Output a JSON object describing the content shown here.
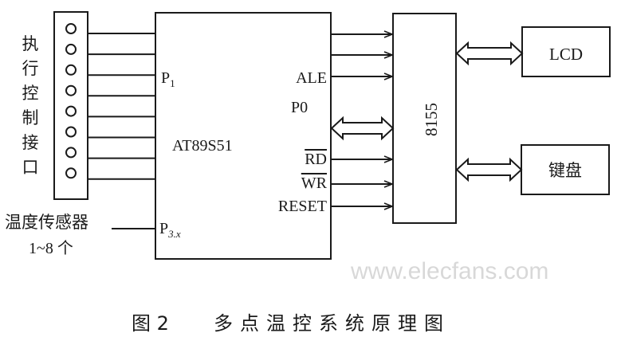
{
  "connector": {
    "label_chars": [
      "执",
      "行",
      "控",
      "制",
      "接",
      "口"
    ],
    "pin_count": 8
  },
  "sensor": {
    "label": "温度传感器",
    "count": "1~8 个"
  },
  "mcu": {
    "name": "AT89S51",
    "p1": "P",
    "p1_sub": "1",
    "p3": "P",
    "p3_sub": "3.x",
    "ale": "ALE",
    "p0": "P0",
    "rd": "RD",
    "wr": "WR",
    "reset": "RESET"
  },
  "io_chip": {
    "name": "8155"
  },
  "lcd": {
    "label": "LCD"
  },
  "keyboard": {
    "label": "键盘"
  },
  "caption": {
    "figure": "图 2",
    "title": "多点温控系统原理图"
  },
  "watermark": "www.elecfans.com"
}
